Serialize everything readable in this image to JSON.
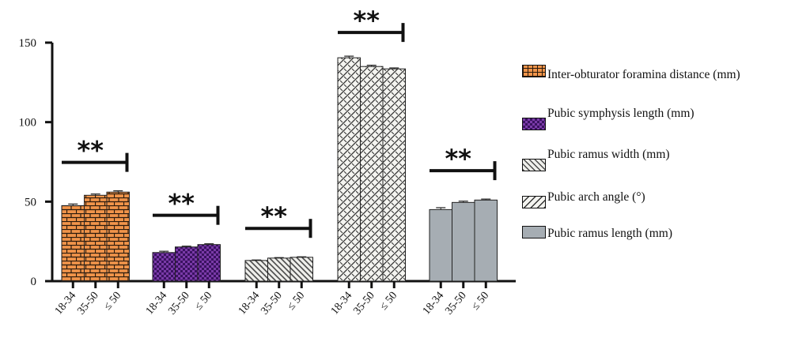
{
  "chart_data": {
    "type": "bar",
    "ylim": [
      0,
      150
    ],
    "yticks": [
      "0",
      "50",
      "100",
      "150"
    ],
    "group_categories": [
      "18-34",
      "35-50",
      "≤ 50"
    ],
    "groups": [
      {
        "name": "Inter-obturator foramina distance (mm)",
        "pattern": "brick",
        "values": [
          47.5,
          54,
          56
        ],
        "errors": [
          1.0,
          0.8,
          0.8
        ],
        "significance": "**"
      },
      {
        "name": "Pubic symphysis length (mm)",
        "pattern": "checker",
        "values": [
          18,
          21.5,
          23
        ],
        "errors": [
          0.8,
          0.5,
          0.5
        ],
        "significance": "**"
      },
      {
        "name": "Pubic ramus width (mm)",
        "pattern": "diagonal",
        "values": [
          13,
          14.5,
          15
        ],
        "errors": [
          0.3,
          0.3,
          0.3
        ],
        "significance": "**"
      },
      {
        "name": "Pubic arch angle (°)",
        "pattern": "zigzag",
        "values": [
          140.5,
          135,
          133.5
        ],
        "errors": [
          1.0,
          0.8,
          0.6
        ],
        "significance": "**"
      },
      {
        "name": "Pubic ramus length (mm)",
        "pattern": "solid",
        "values": [
          45,
          49.5,
          51
        ],
        "errors": [
          1.2,
          0.8,
          0.6
        ],
        "significance": "**"
      }
    ],
    "legend_position": "right",
    "grid": false
  },
  "colors": {
    "brick": "#f0944a",
    "checker": "#7a3aa8",
    "diagonal": "#e8e8e4",
    "zigzag": "#f2f2ee",
    "solid": "#a6adb3",
    "ink": "#111111"
  }
}
